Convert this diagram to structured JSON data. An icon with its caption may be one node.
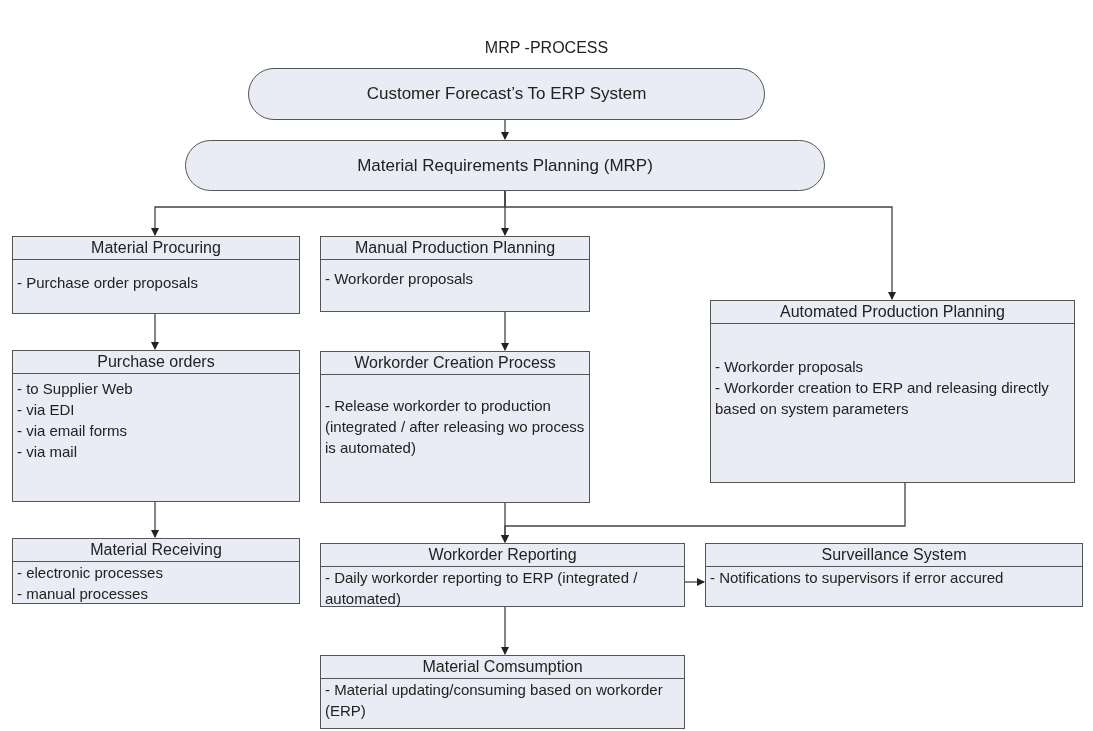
{
  "diagram": {
    "title": "MRP -PROCESS",
    "nodes": [
      {
        "text": [
          "Customer Forecast’s To ERP System"
        ]
      },
      {
        "text": [
          "Material Requirements Planning (MRP)"
        ]
      },
      {
        "text": [
          "Material Procuring",
          "- Purchase order proposals"
        ]
      },
      {
        "text": [
          "Manual Production Planning",
          "- Workorder proposals"
        ]
      },
      {
        "text": [
          "Automated Production Planning",
          "- Workorder proposals",
          "- Workorder creation to ERP and releasing directly based on system parameters"
        ]
      },
      {
        "text": [
          "Purchase orders",
          "- to Supplier Web",
          "- via EDI",
          "- via email forms",
          "- via mail"
        ]
      },
      {
        "text": [
          "Workorder Creation Process",
          "- Release workorder to production (integrated / after releasing wo process is automated)"
        ]
      },
      {
        "text": [
          "Material Receiving",
          "- electronic processes",
          "- manual processes"
        ]
      },
      {
        "text": [
          "Workorder Reporting",
          "- Daily workorder reporting to ERP (integrated / automated)"
        ]
      },
      {
        "text": [
          "Surveillance System",
          "- Notifications to supervisors if error accured"
        ]
      },
      {
        "text": [
          "Material Comsumption",
          "- Material updating/consuming based on workorder (ERP)"
        ]
      }
    ],
    "edges": [
      {
        "from": 0,
        "to": 1,
        "arrow": "to"
      },
      {
        "from": 1,
        "to": 2,
        "arrow": "to"
      },
      {
        "from": 1,
        "to": 3,
        "arrow": "to"
      },
      {
        "from": 1,
        "to": 4,
        "arrow": "to"
      },
      {
        "from": 2,
        "to": 5,
        "arrow": "to"
      },
      {
        "from": 3,
        "to": 6,
        "arrow": "to"
      },
      {
        "from": 5,
        "to": 7,
        "arrow": "to"
      },
      {
        "from": 6,
        "to": 8,
        "arrow": "to"
      },
      {
        "from": 4,
        "to": 8,
        "arrow": "to"
      },
      {
        "from": 8,
        "to": 9,
        "arrow": "to"
      },
      {
        "from": 8,
        "to": 10,
        "arrow": "to"
      }
    ]
  }
}
